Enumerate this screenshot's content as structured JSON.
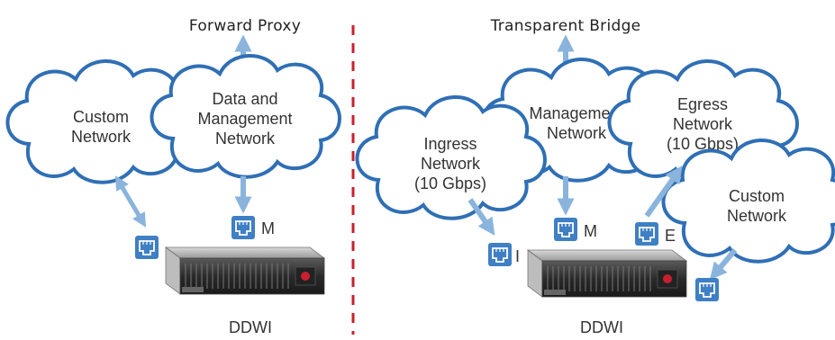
{
  "colors": {
    "cloud_stroke": "#2f6fb5",
    "arrow": "#8ab4dc",
    "port_fill": "#3f7fc4",
    "divider": "#c8202f"
  },
  "forward_proxy": {
    "title": "Forward Proxy",
    "cloud_custom": [
      "Custom",
      "Network"
    ],
    "cloud_data_mgmt": [
      "Data and",
      "Management",
      "Network"
    ],
    "port_m_label": "M",
    "device_label": "DDWI",
    "device_icon": "rack-server"
  },
  "transparent_bridge": {
    "title": "Transparent Bridge",
    "cloud_ingress": [
      "Ingress",
      "Network",
      "(10 Gbps)"
    ],
    "cloud_management": [
      "Management",
      "Network"
    ],
    "cloud_egress": [
      "Egress",
      "Network",
      "(10 Gbps)"
    ],
    "cloud_custom": [
      "Custom",
      "Network"
    ],
    "port_i_label": "I",
    "port_m_label": "M",
    "port_e_label": "E",
    "device_label": "DDWI",
    "device_icon": "rack-server"
  }
}
